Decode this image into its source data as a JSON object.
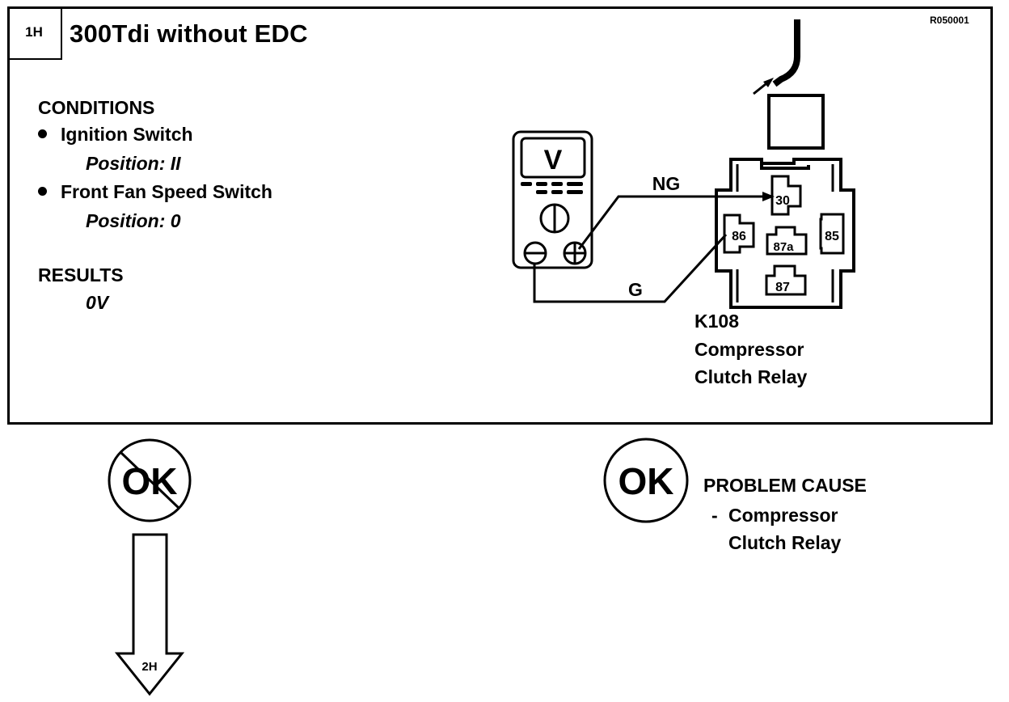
{
  "header": {
    "step_id": "1H",
    "title": "300Tdi without EDC",
    "reference_code": "R050001"
  },
  "conditions": {
    "heading": "CONDITIONS",
    "items": [
      {
        "label": "Ignition Switch",
        "detail": "Position: II"
      },
      {
        "label": "Front Fan Speed Switch",
        "detail": "Position: 0"
      }
    ]
  },
  "results": {
    "heading": "RESULTS",
    "value": "0V"
  },
  "diagram": {
    "meter": {
      "display_symbol": "V",
      "negative_symbol": "⊖",
      "positive_symbol": "⊕"
    },
    "wires": {
      "positive_lead_label": "NG",
      "negative_lead_label": "G"
    },
    "relay": {
      "pins": [
        "30",
        "86",
        "87a",
        "85",
        "87"
      ],
      "id": "K108",
      "name_line1": "Compressor",
      "name_line2": "Clutch Relay"
    }
  },
  "outcomes": {
    "not_ok": {
      "symbol": "OK",
      "next_step": "2H"
    },
    "ok": {
      "symbol": "OK",
      "heading": "PROBLEM CAUSE",
      "cause_prefix": "-",
      "cause_line1": "Compressor",
      "cause_line2": "Clutch Relay"
    }
  }
}
